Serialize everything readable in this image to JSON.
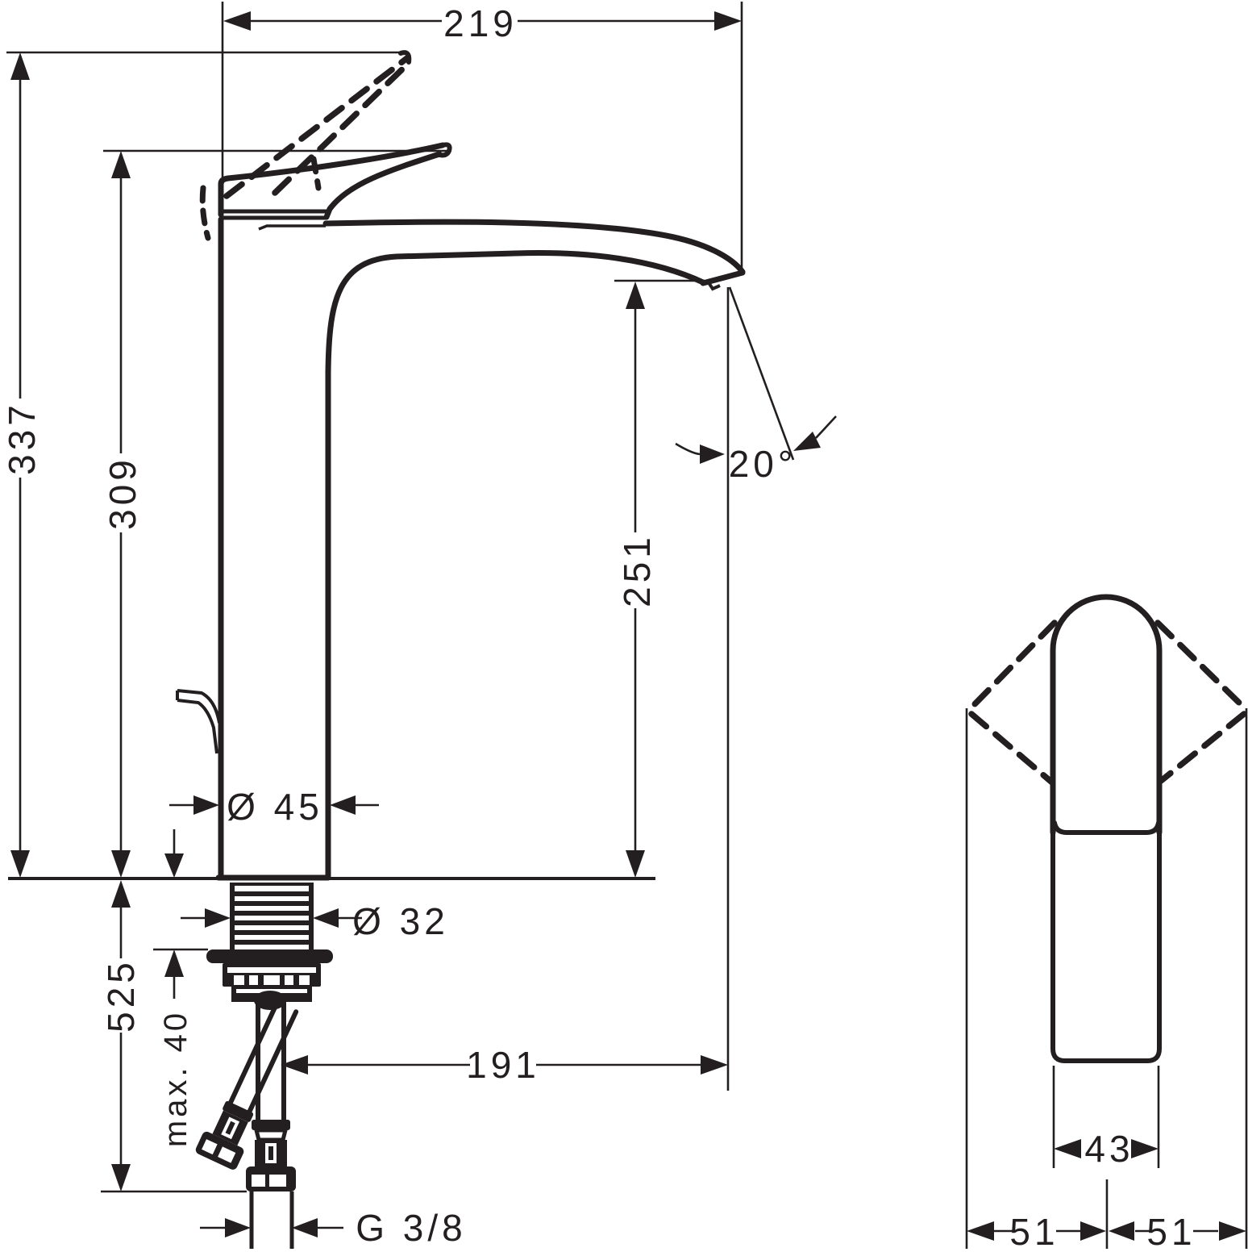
{
  "page": {
    "background": "#ffffff",
    "ink": "#231f20",
    "kind": "technical dimension drawing, single-lever tall basin mixer faucet"
  },
  "views": {
    "front": "front elevation with mounting hardware and supply hoses",
    "side": "handle front view with swing range"
  },
  "dimensions": {
    "total_projection": "219",
    "total_height": "337",
    "handle_top_height": "309",
    "spout_outlet_height": "251",
    "spray_angle": "20°",
    "base_diameter": "Ø 45",
    "shank_diameter": "Ø 32",
    "below_deck_length": "525",
    "max_deck_thickness": "max. 40",
    "spout_reach": "191",
    "supply_thread": "G 3/8",
    "body_width": "43",
    "handle_clearance_left": "51",
    "handle_clearance_right": "51"
  }
}
